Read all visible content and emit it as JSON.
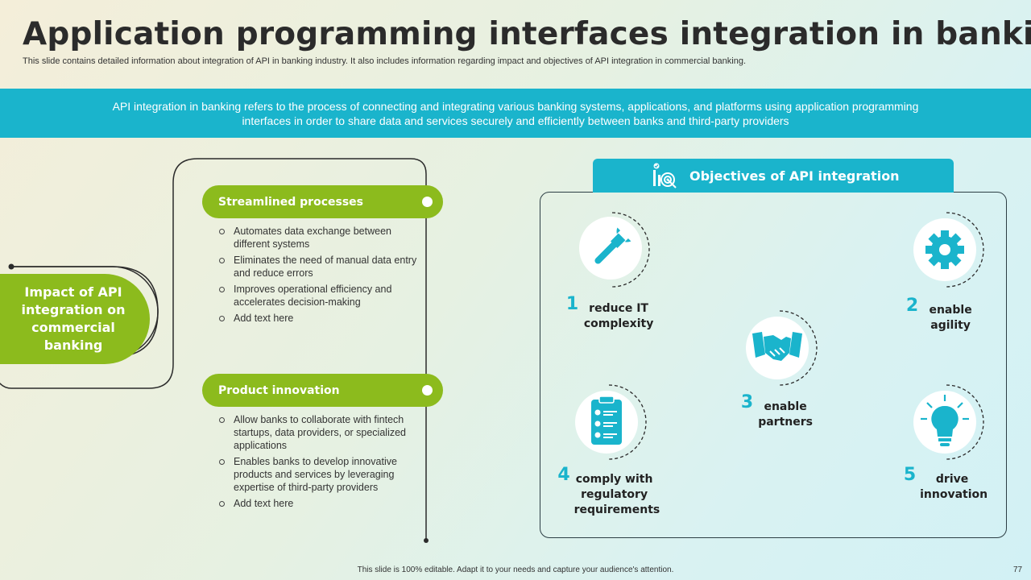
{
  "title": "Application programming interfaces integration in banking",
  "subtitle": "This slide contains detailed information about integration of API in banking industry. It also includes information regarding impact and objectives of API integration in commercial banking.",
  "banner": "API integration in banking refers to the process of connecting and integrating various banking systems, applications, and platforms using application programming interfaces in order to share data and services securely and efficiently between banks and third-party providers",
  "impact": {
    "label": "Impact of API integration on commercial banking",
    "sections": [
      {
        "title": "Streamlined processes",
        "bullets": [
          "Automates data exchange between different systems",
          "Eliminates the need of manual data entry and reduce errors",
          "Improves operational efficiency and accelerates decision-making",
          "Add text here"
        ]
      },
      {
        "title": "Product innovation",
        "bullets": [
          "Allow banks to collaborate with fintech startups, data providers, or specialized applications",
          "Enables banks to develop innovative products and services by leveraging expertise of third-party providers",
          "Add text here"
        ]
      }
    ]
  },
  "objectives": {
    "title": "Objectives  of API integration",
    "items": [
      {
        "num": "1",
        "text": "reduce IT complexity",
        "icon": "wrench-icon"
      },
      {
        "num": "2",
        "text": "enable agility",
        "icon": "gear-icon"
      },
      {
        "num": "3",
        "text": "enable partners",
        "icon": "handshake-icon"
      },
      {
        "num": "4",
        "text": "comply with regulatory requirements",
        "icon": "clipboard-icon"
      },
      {
        "num": "5",
        "text": "drive innovation",
        "icon": "lightbulb-icon"
      }
    ]
  },
  "colors": {
    "accent_teal": "#1ab4cc",
    "accent_green": "#8cbb1d"
  },
  "footer": "This slide is 100% editable.  Adapt it to your needs and capture your audience's attention.",
  "page_number": "77"
}
